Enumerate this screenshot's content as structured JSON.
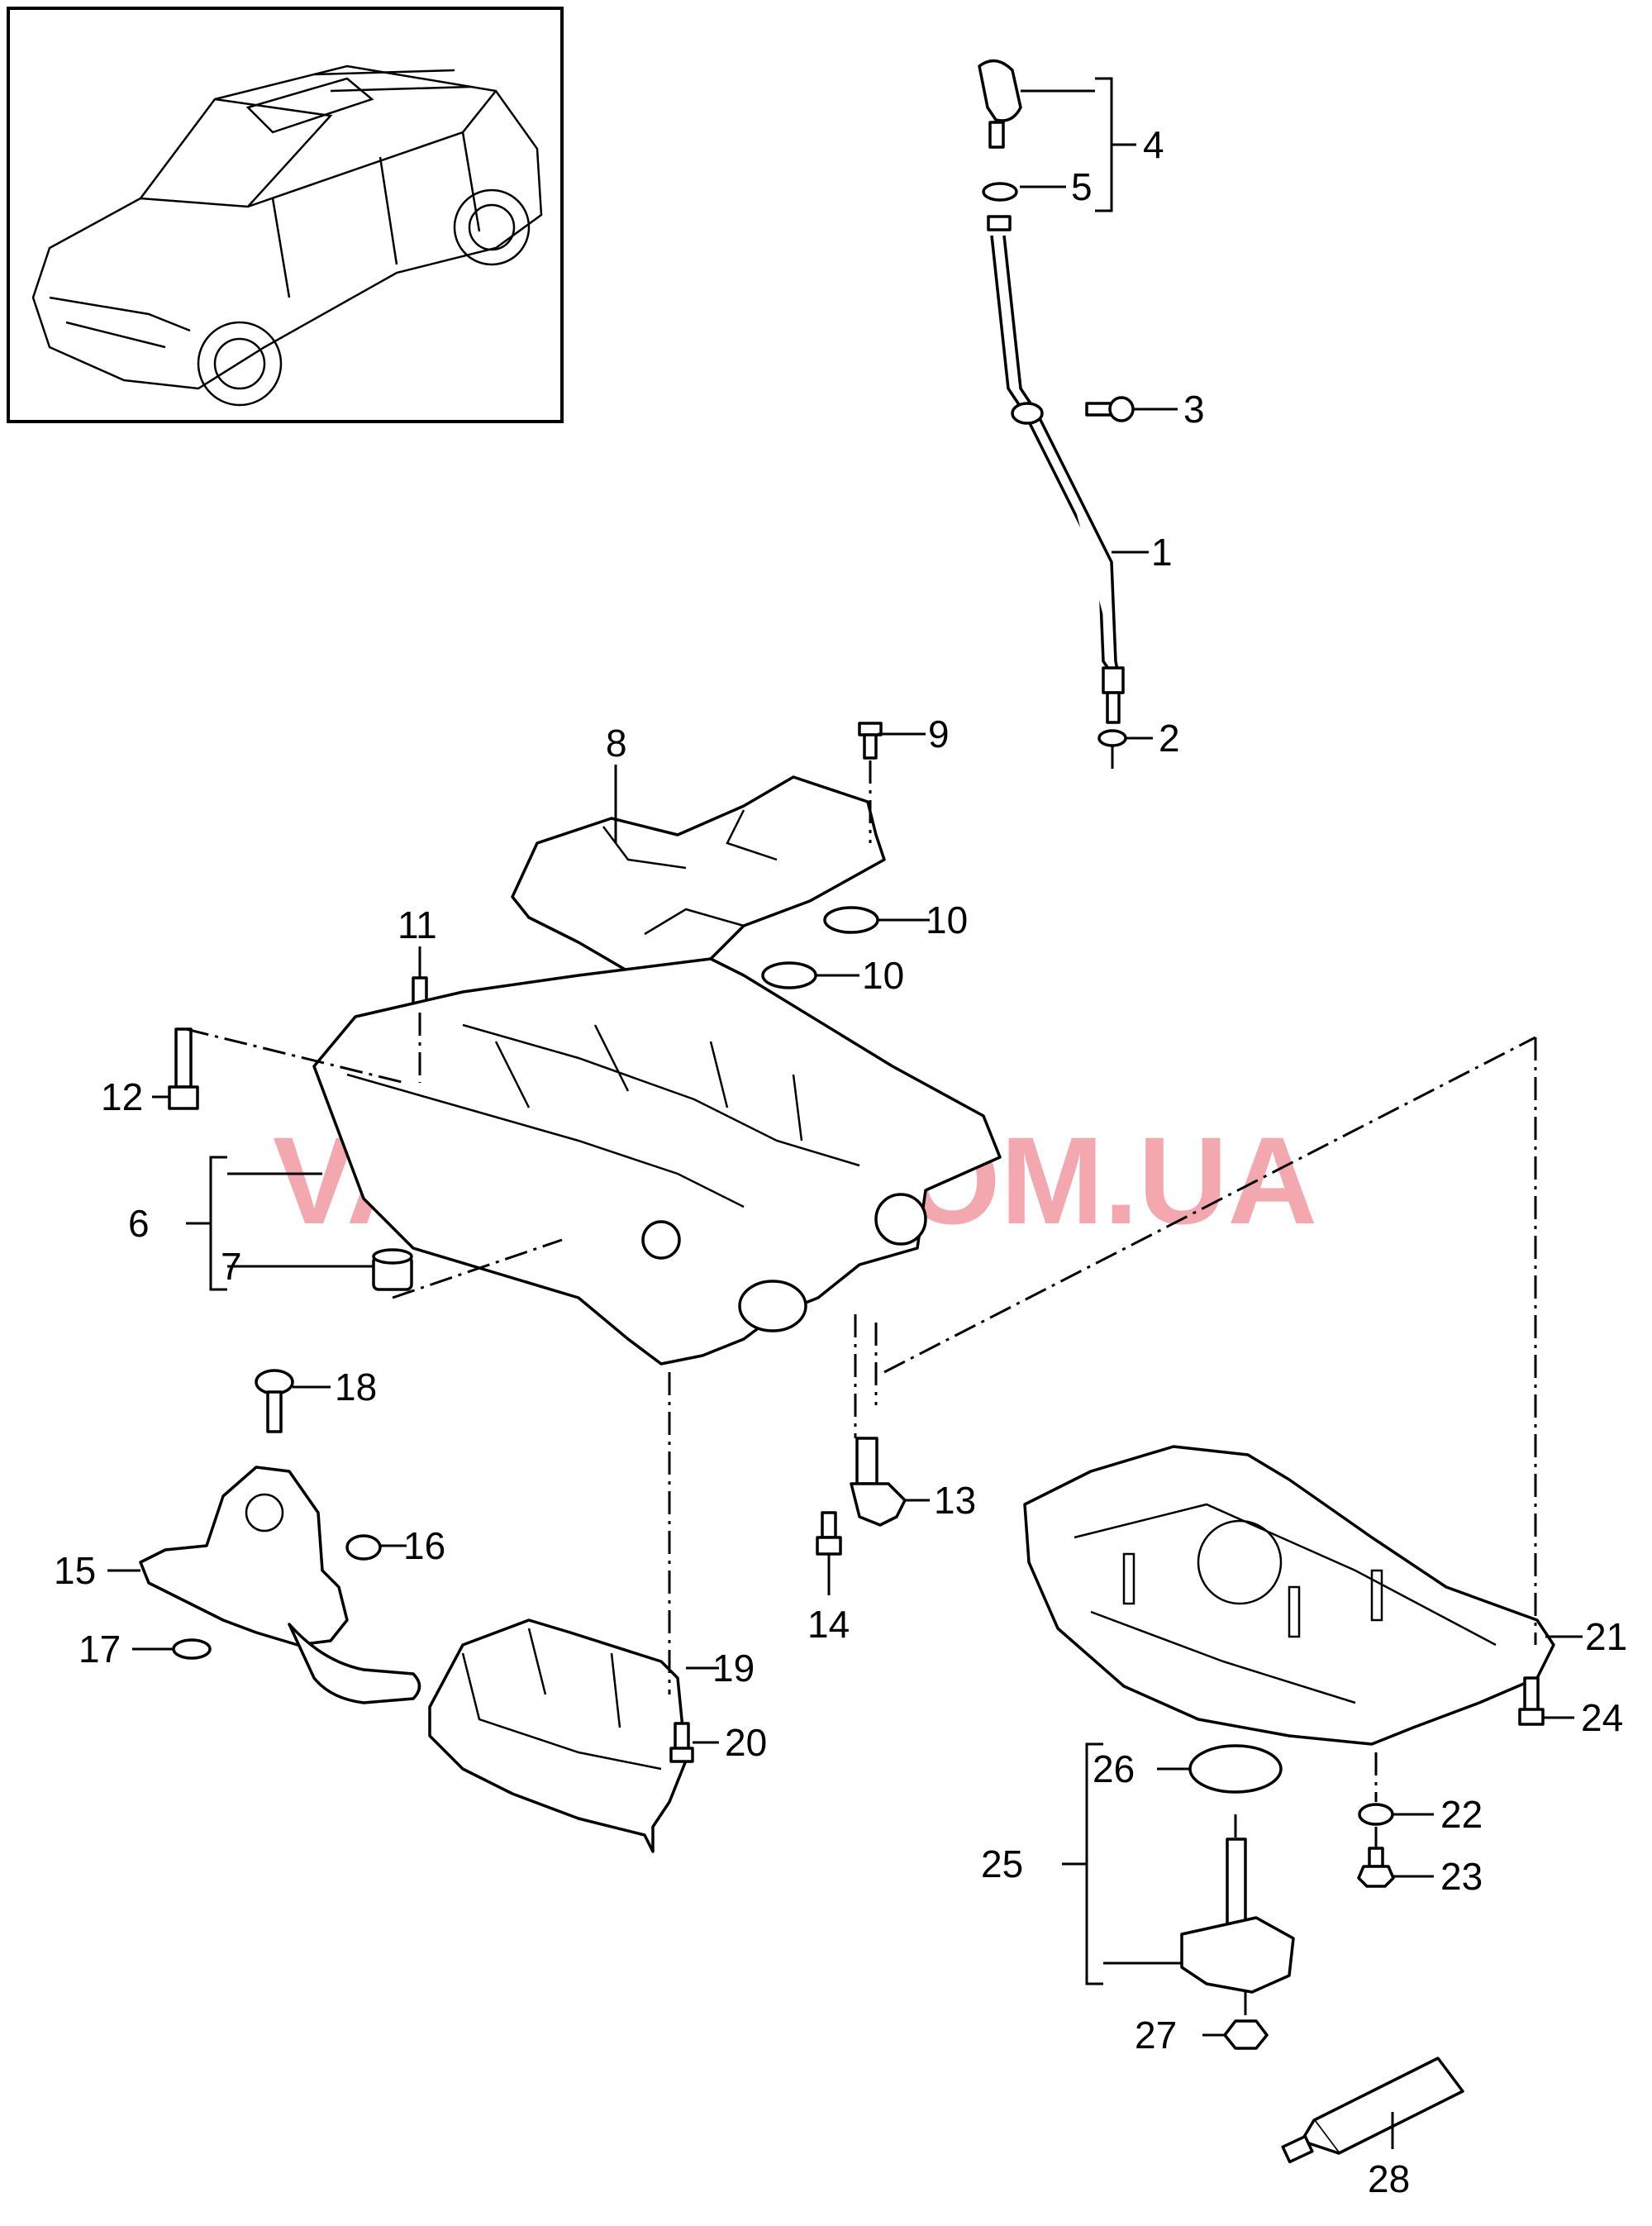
{
  "watermark": "VAGTEC.COM.UA",
  "colors": {
    "watermark": "#f08a94",
    "line": "#000000",
    "background": "#ffffff"
  },
  "callouts": {
    "c1": "1",
    "c2": "2",
    "c3": "3",
    "c4": "4",
    "c5": "5",
    "c6": "6",
    "c7": "7",
    "c8": "8",
    "c9": "9",
    "c10a": "10",
    "c10b": "10",
    "c11": "11",
    "c12": "12",
    "c13": "13",
    "c14": "14",
    "c15": "15",
    "c16": "16",
    "c17": "17",
    "c18": "18",
    "c19": "19",
    "c20": "20",
    "c21": "21",
    "c22": "22",
    "c23": "23",
    "c24": "24",
    "c25": "25",
    "c26": "26",
    "c27": "27",
    "c28": "28"
  }
}
